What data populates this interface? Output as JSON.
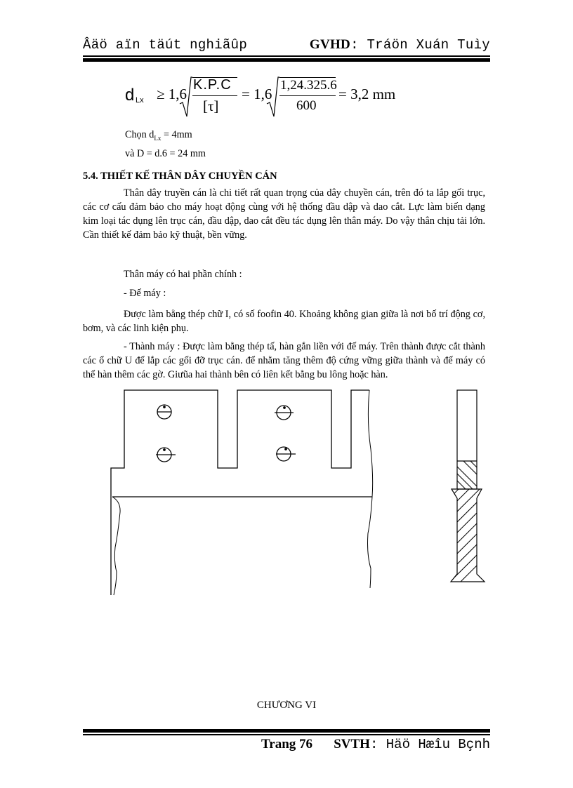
{
  "header": {
    "left_title": "Âäö aïn täút nghiãûp",
    "right_label": "GVHD",
    "right_name": ": Tráön Xuán Tuìy"
  },
  "formula": {
    "lhs": "d",
    "lhs_sub": "Lx",
    "op": "≥ 1,6",
    "frac1_num": "K.P.C",
    "frac1_den": "[τ]",
    "eq1": "= 1,6",
    "frac2_num": "1,24.325.6",
    "frac2_den": "600",
    "result": "= 3,2 mm"
  },
  "choices": {
    "line1_prefix": "Chọn d",
    "line1_sub": "Lx",
    "line1_suffix": " = 4mm",
    "line2": "và D = d.6 = 24 mm"
  },
  "section": {
    "heading": "5.4. THIẾT KẾ THÂN DÂY CHUYỀN  CÁN",
    "para1": "Thân dây truyền cán là chi tiết rất quan trọng của dây chuyền cán, trên đó ta lắp gối trục, các cơ cấu đảm bảo cho máy hoạt động cùng với hệ thống đầu dập và dao cắt. Lực làm biến dạng kim loại tác dụng lên trục cán, đầu dập, dao cắt đều tác dụng lên thân máy. Do vậy thân chịu tải lớn. Cần thiết kế đảm bảo kỹ thuật, bền vững.",
    "para2": "Thân máy có hai phần chính :",
    "para3": "- Đế máy :",
    "para4": "Được làm bằng thép chữ I, có số foofin  40. Khoảng không gian giữa là nơi bố trí động cơ, bơm, và các linh  kiện phụ.",
    "para5": "- Thành máy : Được làm bằng thép tấ, hàn gắn liền với đế máy. Trên thành được cắt thành  các ổ chữ U để lắp các gối đỡ trục cán. để nhằm tăng thêm độ cứng vững giữa thành và đế máy có thể hàn thêm các gờ. Giưũa hai thành bên có liên  kết bằng bu lông hoặc hàn."
  },
  "drawing": {
    "description": "machine-frame-front-view-with-U-slots-and-bolt-holes, side-section-with-hatched-bolt"
  },
  "chapter": {
    "title": "CHƯƠNG VI"
  },
  "footer": {
    "page_label": "Trang",
    "page_number": "76",
    "author_label": "SVTH",
    "author_name": ": Häö Hæîu Bçnh"
  }
}
